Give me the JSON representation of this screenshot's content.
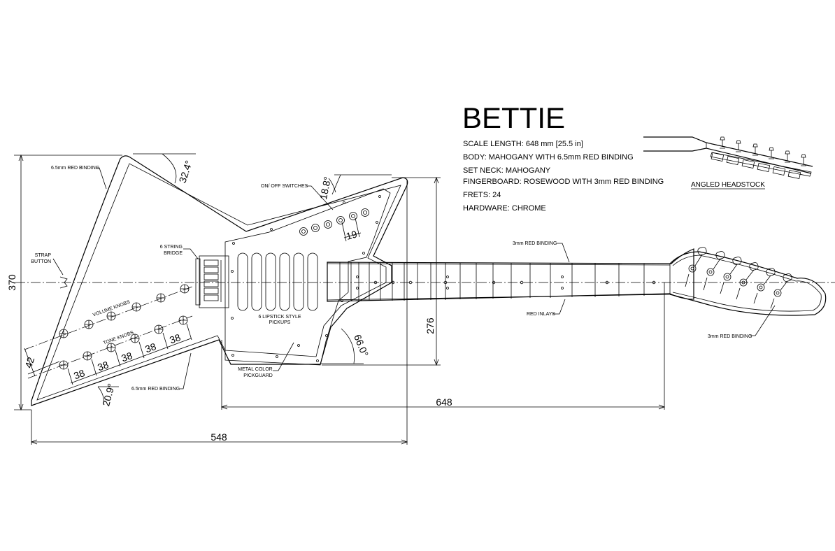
{
  "title": "BETTIE",
  "specs": [
    "SCALE LENGTH:  648 mm [25.5 in]",
    "BODY:  MAHOGANY  WITH  6.5mm RED BINDING",
    "SET NECK:  MAHOGANY",
    "FINGERBOARD:  ROSEWOOD  WITH 3mm RED BINDING",
    "FRETS:  24",
    "HARDWARE:  CHROME"
  ],
  "headstock_label": "ANGLED HEADSTOCK",
  "labels": {
    "binding_top": "6.5mm RED BINDING",
    "binding_bottom": "6.5mm RED BINDING",
    "switches": "ON/ OFF SWITCHES",
    "bridge_line1": "6 STRING",
    "bridge_line2": "BRIDGE",
    "strap_line1": "STRAP",
    "strap_line2": "BUTTON",
    "volume": "VOLUME KNOBS",
    "tone": "TONE KNOBS",
    "pickups_line1": "6 LIPSTICK STYLE",
    "pickups_line2": "PICKUPS",
    "pickguard_line1": "METAL COLOR",
    "pickguard_line2": "PICKGUARD",
    "neck_binding": "3mm RED BINDING",
    "inlays": "RED INLAYS",
    "head_binding": "3mm RED BINDING"
  },
  "dimensions": {
    "height": "370",
    "body_length": "548",
    "scale": "648",
    "neck_height": "276",
    "angle_top": "32.4°",
    "angle_switch": "18.8°",
    "angle_lower": "66.0°",
    "angle_bottom": "20.9°",
    "switch_spacing": "19",
    "knob_offset": "42",
    "knob_spacing": [
      "38",
      "38",
      "38",
      "38",
      "38"
    ]
  },
  "colors": {
    "ink": "#000000",
    "paper": "#ffffff"
  }
}
